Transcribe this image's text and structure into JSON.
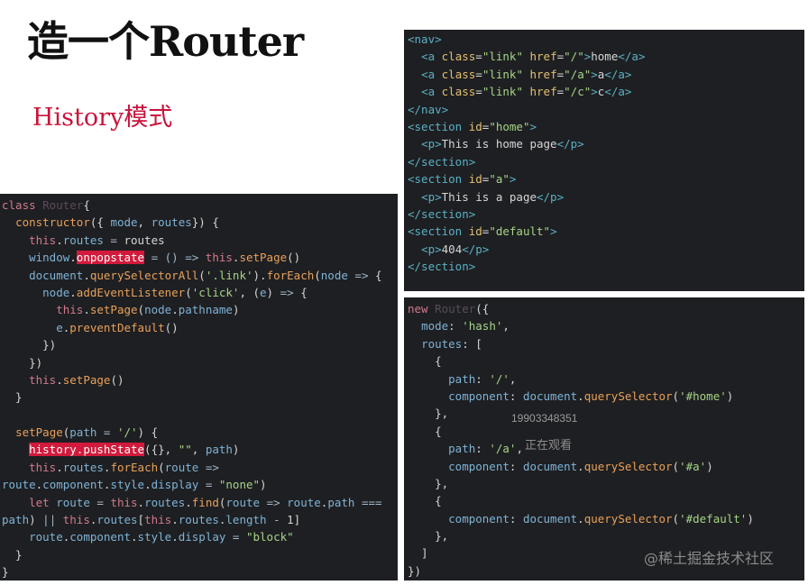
{
  "slide": {
    "title": "造一个Router",
    "subtitle": "History模式"
  },
  "left_code": [
    [
      [
        "kw",
        "class "
      ],
      [
        "cl",
        "Router"
      ],
      [
        "",
        "{"
      ]
    ],
    [
      [
        "",
        "  "
      ],
      [
        "fn",
        "constructor"
      ],
      [
        "",
        "({ "
      ],
      [
        "pr",
        "mode"
      ],
      [
        "",
        ", "
      ],
      [
        "pr",
        "routes"
      ],
      [
        "",
        "}) {"
      ]
    ],
    [
      [
        "",
        "    "
      ],
      [
        "kw",
        "this"
      ],
      [
        "",
        "."
      ],
      [
        "pr",
        "routes"
      ],
      [
        "op",
        " = "
      ],
      [
        "",
        "routes"
      ]
    ],
    [
      [
        "",
        "    "
      ],
      [
        "pr",
        "window"
      ],
      [
        "",
        "."
      ],
      [
        "hl",
        "onpopstate"
      ],
      [
        "op",
        " = () => "
      ],
      [
        "kw",
        "this"
      ],
      [
        "",
        "."
      ],
      [
        "fn",
        "setPage"
      ],
      [
        "",
        "()"
      ]
    ],
    [
      [
        "",
        "    "
      ],
      [
        "pr",
        "document"
      ],
      [
        "",
        "."
      ],
      [
        "fn",
        "querySelectorAll"
      ],
      [
        "",
        "("
      ],
      [
        "st",
        "'.link'"
      ],
      [
        "",
        ")."
      ],
      [
        "fn",
        "forEach"
      ],
      [
        "",
        "("
      ],
      [
        "pr",
        "node"
      ],
      [
        "op",
        " => "
      ],
      [
        "",
        "{"
      ]
    ],
    [
      [
        "",
        "      "
      ],
      [
        "pr",
        "node"
      ],
      [
        "",
        "."
      ],
      [
        "fn",
        "addEventListener"
      ],
      [
        "",
        "("
      ],
      [
        "st",
        "'click'"
      ],
      [
        "",
        ", ("
      ],
      [
        "pr",
        "e"
      ],
      [
        "",
        ")"
      ],
      [
        "op",
        " => "
      ],
      [
        "",
        "{"
      ]
    ],
    [
      [
        "",
        "        "
      ],
      [
        "kw",
        "this"
      ],
      [
        "",
        "."
      ],
      [
        "fn",
        "setPage"
      ],
      [
        "",
        "("
      ],
      [
        "pr",
        "node"
      ],
      [
        "",
        "."
      ],
      [
        "pr",
        "pathname"
      ],
      [
        "",
        ")"
      ]
    ],
    [
      [
        "",
        "        "
      ],
      [
        "pr",
        "e"
      ],
      [
        "",
        "."
      ],
      [
        "fn",
        "preventDefault"
      ],
      [
        "",
        "()"
      ]
    ],
    [
      [
        "",
        "      })"
      ]
    ],
    [
      [
        "",
        "    })"
      ]
    ],
    [
      [
        "",
        "    "
      ],
      [
        "kw",
        "this"
      ],
      [
        "",
        "."
      ],
      [
        "fn",
        "setPage"
      ],
      [
        "",
        "()"
      ]
    ],
    [
      [
        "",
        "  }"
      ]
    ],
    [
      [
        "",
        ""
      ]
    ],
    [
      [
        "",
        "  "
      ],
      [
        "fn",
        "setPage"
      ],
      [
        "",
        "("
      ],
      [
        "pr",
        "path"
      ],
      [
        "op",
        " = "
      ],
      [
        "st",
        "'/'"
      ],
      [
        "",
        ") {"
      ]
    ],
    [
      [
        "",
        "    "
      ],
      [
        "hl",
        "history.pushState"
      ],
      [
        "",
        "({}, "
      ],
      [
        "st",
        "\"\""
      ],
      [
        "",
        ", "
      ],
      [
        "pr",
        "path"
      ],
      [
        "",
        ")"
      ]
    ],
    [
      [
        "",
        "    "
      ],
      [
        "kw",
        "this"
      ],
      [
        "",
        "."
      ],
      [
        "pr",
        "routes"
      ],
      [
        "",
        "."
      ],
      [
        "fn",
        "forEach"
      ],
      [
        "",
        "("
      ],
      [
        "pr",
        "route"
      ],
      [
        "op",
        " =>"
      ]
    ],
    [
      [
        "pr",
        "route"
      ],
      [
        "",
        "."
      ],
      [
        "pr",
        "component"
      ],
      [
        "",
        "."
      ],
      [
        "pr",
        "style"
      ],
      [
        "",
        "."
      ],
      [
        "pr",
        "display"
      ],
      [
        "op",
        " = "
      ],
      [
        "st",
        "\"none\""
      ],
      [
        "",
        ")"
      ]
    ],
    [
      [
        "",
        "    "
      ],
      [
        "kw",
        "let "
      ],
      [
        "pr",
        "route"
      ],
      [
        "op",
        " = "
      ],
      [
        "kw",
        "this"
      ],
      [
        "",
        "."
      ],
      [
        "pr",
        "routes"
      ],
      [
        "",
        "."
      ],
      [
        "fn",
        "find"
      ],
      [
        "",
        "("
      ],
      [
        "pr",
        "route"
      ],
      [
        "op",
        " => "
      ],
      [
        "pr",
        "route"
      ],
      [
        "",
        "."
      ],
      [
        "pr",
        "path"
      ],
      [
        "op",
        " ==="
      ]
    ],
    [
      [
        "pr",
        "path"
      ],
      [
        "",
        ") "
      ],
      [
        "op",
        "|| "
      ],
      [
        "kw",
        "this"
      ],
      [
        "",
        "."
      ],
      [
        "pr",
        "routes"
      ],
      [
        "",
        "["
      ],
      [
        "kw",
        "this"
      ],
      [
        "",
        "."
      ],
      [
        "pr",
        "routes"
      ],
      [
        "",
        "."
      ],
      [
        "pr",
        "length"
      ],
      [
        "op",
        " - "
      ],
      [
        "",
        "1]"
      ]
    ],
    [
      [
        "",
        "    "
      ],
      [
        "pr",
        "route"
      ],
      [
        "",
        "."
      ],
      [
        "pr",
        "component"
      ],
      [
        "",
        "."
      ],
      [
        "pr",
        "style"
      ],
      [
        "",
        "."
      ],
      [
        "pr",
        "display"
      ],
      [
        "op",
        " = "
      ],
      [
        "st",
        "\"block\""
      ]
    ],
    [
      [
        "",
        "  }"
      ]
    ],
    [
      [
        "",
        "}"
      ]
    ]
  ],
  "html_code": [
    [
      [
        "tg",
        "<nav>"
      ]
    ],
    [
      [
        "",
        "  "
      ],
      [
        "tg",
        "<a "
      ],
      [
        "at",
        "class"
      ],
      [
        "",
        "="
      ],
      [
        "st",
        "\"link\""
      ],
      [
        "",
        ""
      ],
      [
        "at",
        " href"
      ],
      [
        "",
        "="
      ],
      [
        "st",
        "\"/\""
      ],
      [
        "tg",
        ">"
      ],
      [
        "",
        "home"
      ],
      [
        "tg",
        "</a>"
      ]
    ],
    [
      [
        "",
        "  "
      ],
      [
        "tg",
        "<a "
      ],
      [
        "at",
        "class"
      ],
      [
        "",
        "="
      ],
      [
        "st",
        "\"link\""
      ],
      [
        "",
        ""
      ],
      [
        "at",
        " href"
      ],
      [
        "",
        "="
      ],
      [
        "st",
        "\"/a\""
      ],
      [
        "tg",
        ">"
      ],
      [
        "",
        "a"
      ],
      [
        "tg",
        "</a>"
      ]
    ],
    [
      [
        "",
        "  "
      ],
      [
        "tg",
        "<a "
      ],
      [
        "at",
        "class"
      ],
      [
        "",
        "="
      ],
      [
        "st",
        "\"link\""
      ],
      [
        "",
        ""
      ],
      [
        "at",
        " href"
      ],
      [
        "",
        "="
      ],
      [
        "st",
        "\"/c\""
      ],
      [
        "tg",
        ">"
      ],
      [
        "",
        "c"
      ],
      [
        "tg",
        "</a>"
      ]
    ],
    [
      [
        "tg",
        "</nav>"
      ]
    ],
    [
      [
        "tg",
        "<section "
      ],
      [
        "at",
        "id"
      ],
      [
        "",
        "="
      ],
      [
        "st",
        "\"home\""
      ],
      [
        "tg",
        ">"
      ]
    ],
    [
      [
        "",
        "  "
      ],
      [
        "tg",
        "<p>"
      ],
      [
        "",
        "This is home page"
      ],
      [
        "tg",
        "</p>"
      ]
    ],
    [
      [
        "tg",
        "</section>"
      ]
    ],
    [
      [
        "tg",
        "<section "
      ],
      [
        "at",
        "id"
      ],
      [
        "",
        "="
      ],
      [
        "st",
        "\"a\""
      ],
      [
        "tg",
        ">"
      ]
    ],
    [
      [
        "",
        "  "
      ],
      [
        "tg",
        "<p>"
      ],
      [
        "",
        "This is a page"
      ],
      [
        "tg",
        "</p>"
      ]
    ],
    [
      [
        "tg",
        "</section>"
      ]
    ],
    [
      [
        "tg",
        "<section "
      ],
      [
        "at",
        "id"
      ],
      [
        "",
        "="
      ],
      [
        "st",
        "\"default\""
      ],
      [
        "tg",
        ">"
      ]
    ],
    [
      [
        "",
        "  "
      ],
      [
        "tg",
        "<p>"
      ],
      [
        "",
        "404"
      ],
      [
        "tg",
        "</p>"
      ]
    ],
    [
      [
        "tg",
        "</section>"
      ]
    ]
  ],
  "new_code": [
    [
      [
        "kw",
        "new "
      ],
      [
        "cl",
        "Router"
      ],
      [
        "",
        "({"
      ]
    ],
    [
      [
        "",
        "  "
      ],
      [
        "pr",
        "mode"
      ],
      [
        "",
        ": "
      ],
      [
        "st",
        "'hash'"
      ],
      [
        "",
        ","
      ]
    ],
    [
      [
        "",
        "  "
      ],
      [
        "pr",
        "routes"
      ],
      [
        "",
        ": ["
      ]
    ],
    [
      [
        "",
        "    {"
      ]
    ],
    [
      [
        "",
        "      "
      ],
      [
        "pr",
        "path"
      ],
      [
        "",
        ": "
      ],
      [
        "st",
        "'/'"
      ],
      [
        "",
        ","
      ]
    ],
    [
      [
        "",
        "      "
      ],
      [
        "pr",
        "component"
      ],
      [
        "",
        ": "
      ],
      [
        "pr",
        "document"
      ],
      [
        "",
        "."
      ],
      [
        "fn",
        "querySelector"
      ],
      [
        "",
        "("
      ],
      [
        "st",
        "'#home'"
      ],
      [
        "",
        ")"
      ]
    ],
    [
      [
        "",
        "    },"
      ]
    ],
    [
      [
        "",
        "    {"
      ]
    ],
    [
      [
        "",
        "      "
      ],
      [
        "pr",
        "path"
      ],
      [
        "",
        ": "
      ],
      [
        "st",
        "'/a'"
      ],
      [
        "",
        ","
      ]
    ],
    [
      [
        "",
        "      "
      ],
      [
        "pr",
        "component"
      ],
      [
        "",
        ": "
      ],
      [
        "pr",
        "document"
      ],
      [
        "",
        "."
      ],
      [
        "fn",
        "querySelector"
      ],
      [
        "",
        "("
      ],
      [
        "st",
        "'#a'"
      ],
      [
        "",
        ")"
      ]
    ],
    [
      [
        "",
        "    },"
      ]
    ],
    [
      [
        "",
        "    {"
      ]
    ],
    [
      [
        "",
        "      "
      ],
      [
        "pr",
        "component"
      ],
      [
        "",
        ": "
      ],
      [
        "pr",
        "document"
      ],
      [
        "",
        "."
      ],
      [
        "fn",
        "querySelector"
      ],
      [
        "",
        "("
      ],
      [
        "st",
        "'#default'"
      ],
      [
        "",
        ")"
      ]
    ],
    [
      [
        "",
        "    },"
      ]
    ],
    [
      [
        "",
        "  ]"
      ]
    ],
    [
      [
        "",
        "})"
      ]
    ]
  ],
  "overlay": {
    "phone": "19903348351",
    "watching": "正在观看",
    "credit": "@稀土掘金技术社区"
  }
}
